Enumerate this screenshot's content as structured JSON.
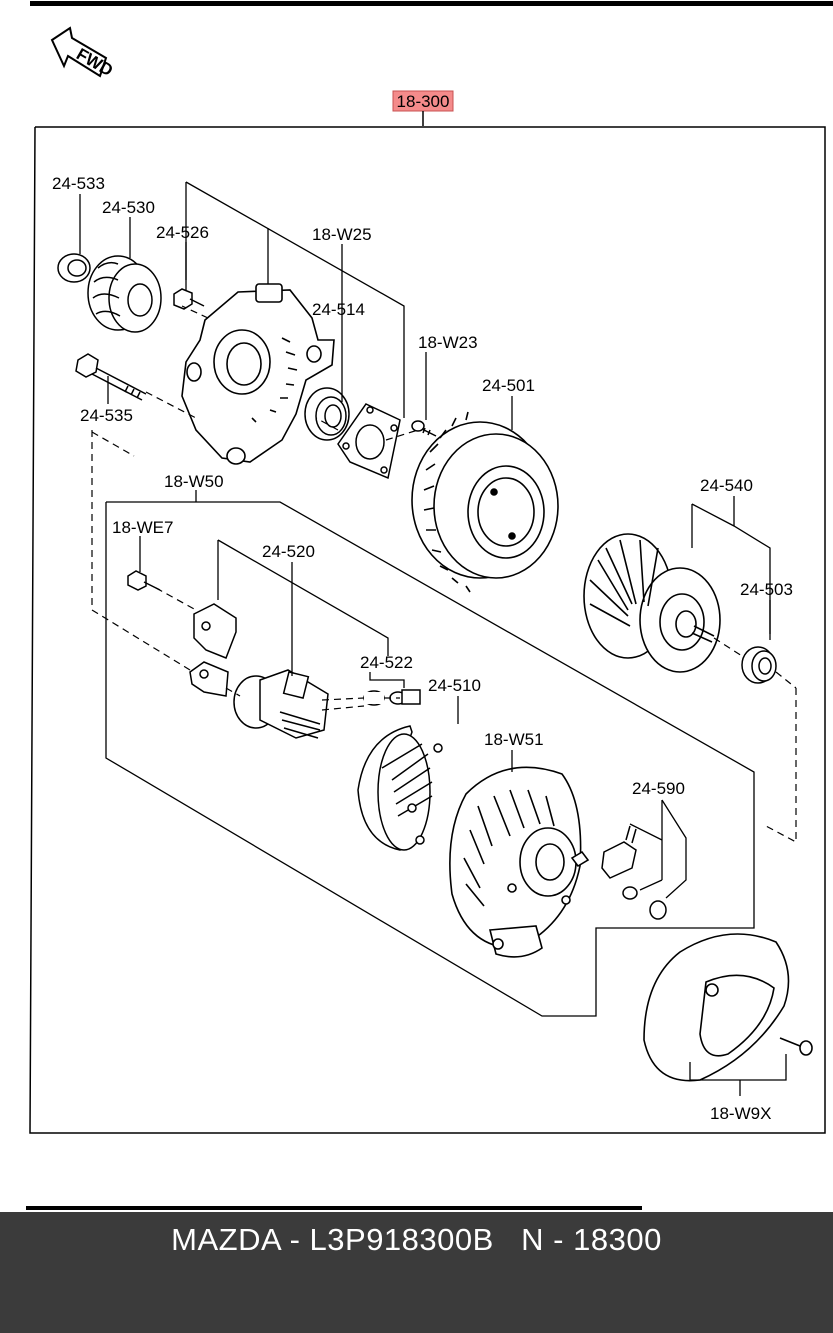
{
  "diagram": {
    "direction_marker": "FWD",
    "assembly_label": "18-300",
    "highlight_color": "#f48b8b",
    "parts": [
      {
        "id": "24-533"
      },
      {
        "id": "24-530"
      },
      {
        "id": "24-526"
      },
      {
        "id": "18-W25"
      },
      {
        "id": "24-514"
      },
      {
        "id": "18-W23"
      },
      {
        "id": "24-501"
      },
      {
        "id": "24-535"
      },
      {
        "id": "18-W50"
      },
      {
        "id": "18-WE7"
      },
      {
        "id": "24-520"
      },
      {
        "id": "24-540"
      },
      {
        "id": "24-503"
      },
      {
        "id": "24-522"
      },
      {
        "id": "24-510"
      },
      {
        "id": "18-W51"
      },
      {
        "id": "24-590"
      },
      {
        "id": "18-W9X"
      }
    ]
  },
  "footer": {
    "brand": "MAZDA",
    "separator": "-",
    "part_number": "L3P918300B",
    "prefix": "N",
    "diagram_number": "18300"
  }
}
